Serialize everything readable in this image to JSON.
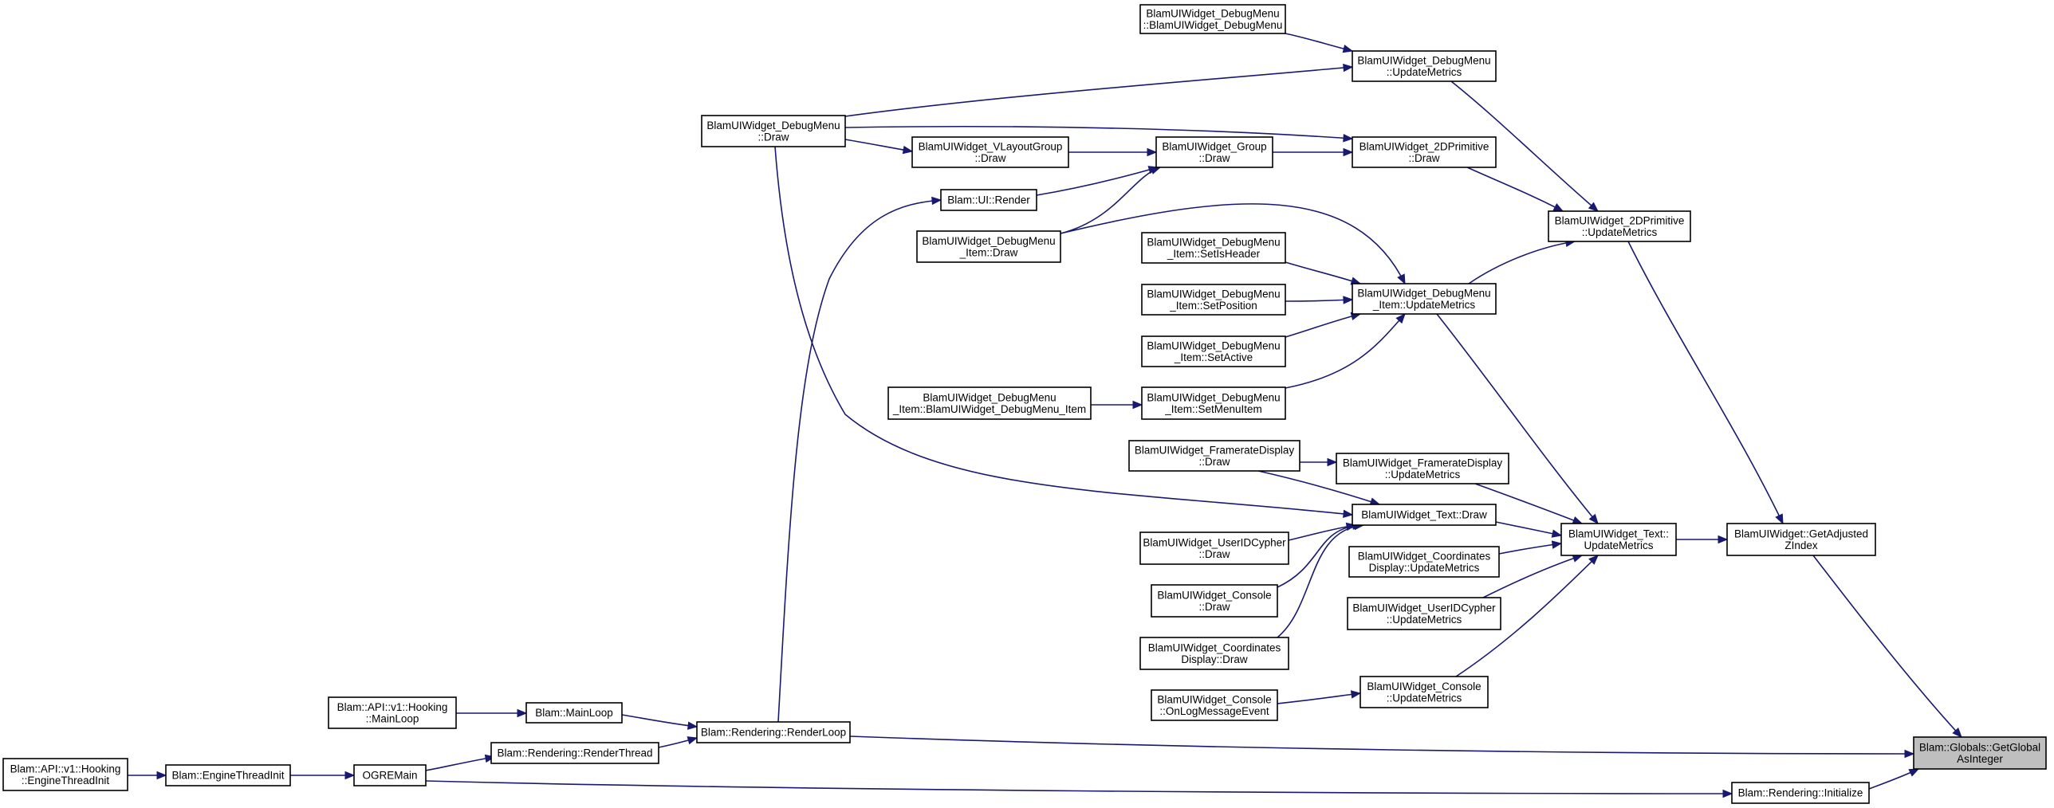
{
  "diagram": {
    "type": "caller-graph",
    "nodes": [
      {
        "id": "n0",
        "lines": [
          "BlamUIWidget_DebugMenu",
          "::BlamUIWidget_DebugMenu"
        ]
      },
      {
        "id": "n1",
        "lines": [
          "BlamUIWidget_DebugMenu",
          "::UpdateMetrics"
        ]
      },
      {
        "id": "n2",
        "lines": [
          "BlamUIWidget_DebugMenu",
          "::Draw"
        ]
      },
      {
        "id": "n3",
        "lines": [
          "BlamUIWidget_VLayoutGroup",
          "::Draw"
        ]
      },
      {
        "id": "n4",
        "lines": [
          "BlamUIWidget_Group",
          "::Draw"
        ]
      },
      {
        "id": "n5",
        "lines": [
          "BlamUIWidget_2DPrimitive",
          "::Draw"
        ]
      },
      {
        "id": "n6",
        "lines": [
          "Blam::UI::Render"
        ]
      },
      {
        "id": "n7",
        "lines": [
          "BlamUIWidget_DebugMenu",
          "_Item::Draw"
        ]
      },
      {
        "id": "n8",
        "lines": [
          "BlamUIWidget_2DPrimitive",
          "::UpdateMetrics"
        ]
      },
      {
        "id": "n9",
        "lines": [
          "BlamUIWidget_DebugMenu",
          "_Item::SetIsHeader"
        ]
      },
      {
        "id": "n10",
        "lines": [
          "BlamUIWidget_DebugMenu",
          "_Item::UpdateMetrics"
        ]
      },
      {
        "id": "n11",
        "lines": [
          "BlamUIWidget_DebugMenu",
          "_Item::SetPosition"
        ]
      },
      {
        "id": "n12",
        "lines": [
          "BlamUIWidget_DebugMenu",
          "_Item::SetActive"
        ]
      },
      {
        "id": "n13",
        "lines": [
          "BlamUIWidget_DebugMenu",
          "_Item::BlamUIWidget_DebugMenu_Item"
        ]
      },
      {
        "id": "n14",
        "lines": [
          "BlamUIWidget_DebugMenu",
          "_Item::SetMenuItem"
        ]
      },
      {
        "id": "n15",
        "lines": [
          "BlamUIWidget_FramerateDisplay",
          "::Draw"
        ]
      },
      {
        "id": "n16",
        "lines": [
          "BlamUIWidget_FramerateDisplay",
          "::UpdateMetrics"
        ]
      },
      {
        "id": "n17",
        "lines": [
          "BlamUIWidget_Text::Draw"
        ]
      },
      {
        "id": "n18",
        "lines": [
          "BlamUIWidget_Text::",
          "UpdateMetrics"
        ]
      },
      {
        "id": "n19",
        "lines": [
          "BlamUIWidget::GetAdjusted",
          "ZIndex"
        ]
      },
      {
        "id": "n20",
        "lines": [
          "BlamUIWidget_UserIDCypher",
          "::Draw"
        ]
      },
      {
        "id": "n21",
        "lines": [
          "BlamUIWidget_Coordinates",
          "Display::UpdateMetrics"
        ]
      },
      {
        "id": "n22",
        "lines": [
          "BlamUIWidget_Console",
          "::Draw"
        ]
      },
      {
        "id": "n23",
        "lines": [
          "BlamUIWidget_UserIDCypher",
          "::UpdateMetrics"
        ]
      },
      {
        "id": "n24",
        "lines": [
          "BlamUIWidget_Coordinates",
          "Display::Draw"
        ]
      },
      {
        "id": "n25",
        "lines": [
          "BlamUIWidget_Console",
          "::OnLogMessageEvent"
        ]
      },
      {
        "id": "n26",
        "lines": [
          "BlamUIWidget_Console",
          "::UpdateMetrics"
        ]
      },
      {
        "id": "n27",
        "lines": [
          "Blam::API::v1::Hooking",
          "::MainLoop"
        ]
      },
      {
        "id": "n28",
        "lines": [
          "Blam::MainLoop"
        ]
      },
      {
        "id": "n29",
        "lines": [
          "Blam::Rendering::RenderLoop"
        ]
      },
      {
        "id": "n30",
        "lines": [
          "Blam::Globals::GetGlobal",
          "AsInteger"
        ],
        "highlight": true
      },
      {
        "id": "n31",
        "lines": [
          "Blam::Rendering::RenderThread"
        ]
      },
      {
        "id": "n32",
        "lines": [
          "Blam::API::v1::Hooking",
          "::EngineThreadInit"
        ]
      },
      {
        "id": "n33",
        "lines": [
          "Blam::EngineThreadInit"
        ]
      },
      {
        "id": "n34",
        "lines": [
          "OGREMain"
        ]
      },
      {
        "id": "n35",
        "lines": [
          "Blam::Rendering::Initialize"
        ]
      }
    ],
    "edges": [
      {
        "from": "n0",
        "to": "n1"
      },
      {
        "from": "n2",
        "to": "n1"
      },
      {
        "from": "n2",
        "to": "n5"
      },
      {
        "from": "n2",
        "to": "n3"
      },
      {
        "from": "n3",
        "to": "n4"
      },
      {
        "from": "n4",
        "to": "n5"
      },
      {
        "from": "n6",
        "to": "n4"
      },
      {
        "from": "n7",
        "to": "n4"
      },
      {
        "from": "n7",
        "to": "n10"
      },
      {
        "from": "n1",
        "to": "n8"
      },
      {
        "from": "n5",
        "to": "n8"
      },
      {
        "from": "n10",
        "to": "n8"
      },
      {
        "from": "n9",
        "to": "n10"
      },
      {
        "from": "n11",
        "to": "n10"
      },
      {
        "from": "n12",
        "to": "n10"
      },
      {
        "from": "n14",
        "to": "n10"
      },
      {
        "from": "n13",
        "to": "n14"
      },
      {
        "from": "n10",
        "to": "n18"
      },
      {
        "from": "n8",
        "to": "n19"
      },
      {
        "from": "n15",
        "to": "n16"
      },
      {
        "from": "n15",
        "to": "n17"
      },
      {
        "from": "n16",
        "to": "n18"
      },
      {
        "from": "n17",
        "to": "n18"
      },
      {
        "from": "n2",
        "to": "n17"
      },
      {
        "from": "n20",
        "to": "n17"
      },
      {
        "from": "n22",
        "to": "n17"
      },
      {
        "from": "n24",
        "to": "n17"
      },
      {
        "from": "n21",
        "to": "n18"
      },
      {
        "from": "n23",
        "to": "n18"
      },
      {
        "from": "n26",
        "to": "n18"
      },
      {
        "from": "n25",
        "to": "n26"
      },
      {
        "from": "n18",
        "to": "n19"
      },
      {
        "from": "n19",
        "to": "n30"
      },
      {
        "from": "n27",
        "to": "n28"
      },
      {
        "from": "n28",
        "to": "n29"
      },
      {
        "from": "n29",
        "to": "n6"
      },
      {
        "from": "n29",
        "to": "n30"
      },
      {
        "from": "n31",
        "to": "n29"
      },
      {
        "from": "n34",
        "to": "n31"
      },
      {
        "from": "n34",
        "to": "n35"
      },
      {
        "from": "n35",
        "to": "n30"
      },
      {
        "from": "n32",
        "to": "n33"
      },
      {
        "from": "n33",
        "to": "n34"
      }
    ]
  }
}
